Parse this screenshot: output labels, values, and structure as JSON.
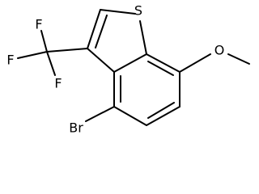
{
  "molecule": {
    "atoms": {
      "sulfur": "S",
      "fluorine_1": "F",
      "fluorine_2": "F",
      "fluorine_3": "F",
      "bromine": "Br",
      "oxygen": "O"
    },
    "colors": {
      "bond": "#000000",
      "label": "#000000",
      "background": "#ffffff"
    }
  }
}
